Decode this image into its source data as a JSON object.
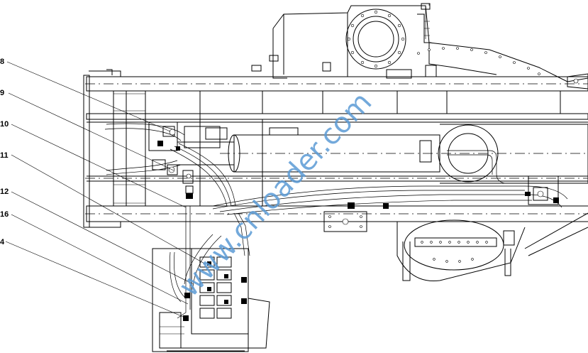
{
  "callouts": [
    {
      "id": "c8",
      "label": "8"
    },
    {
      "id": "c9",
      "label": "9"
    },
    {
      "id": "c10",
      "label": "10"
    },
    {
      "id": "c11",
      "label": "11"
    },
    {
      "id": "c12",
      "label": "12"
    },
    {
      "id": "c16",
      "label": "16"
    },
    {
      "id": "c4",
      "label": "4"
    }
  ],
  "watermark": "www.cnloader.com",
  "colors": {
    "line": "#000000",
    "watermark": "#5b9bd5",
    "background": "#ffffff"
  }
}
